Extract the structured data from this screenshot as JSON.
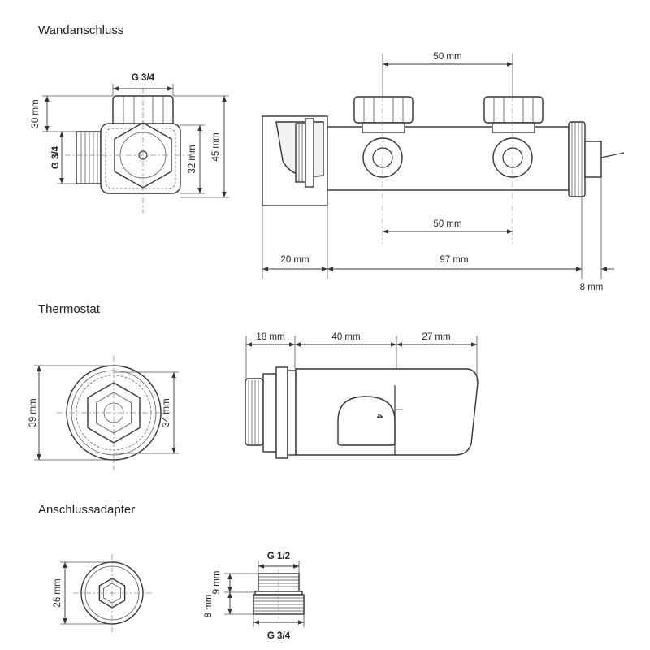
{
  "sections": {
    "wall": {
      "title": "Wandanschluss"
    },
    "thermostat": {
      "title": "Thermostat"
    },
    "adapter": {
      "title": "Anschlussadapter"
    }
  },
  "wall_side": {
    "thread_top": "G 3/4",
    "thread_left": "G 3/4",
    "d30": "30 mm",
    "d32": "32 mm",
    "d45": "45 mm"
  },
  "wall_front": {
    "spacing_top": "50 mm",
    "spacing_bottom": "50 mm",
    "d20": "20 mm",
    "d97": "97 mm",
    "d8": "8 mm"
  },
  "thermo_front": {
    "d39": "39 mm",
    "d34": "34 mm"
  },
  "thermo_side": {
    "d18": "18 mm",
    "d40": "40 mm",
    "d27": "27 mm",
    "knob_mark": "4"
  },
  "adapter_front": {
    "d26": "26 mm"
  },
  "adapter_side": {
    "thread_top": "G 1/2",
    "thread_bottom": "G 3/4",
    "d9": "9 mm",
    "d8": "8 mm"
  }
}
